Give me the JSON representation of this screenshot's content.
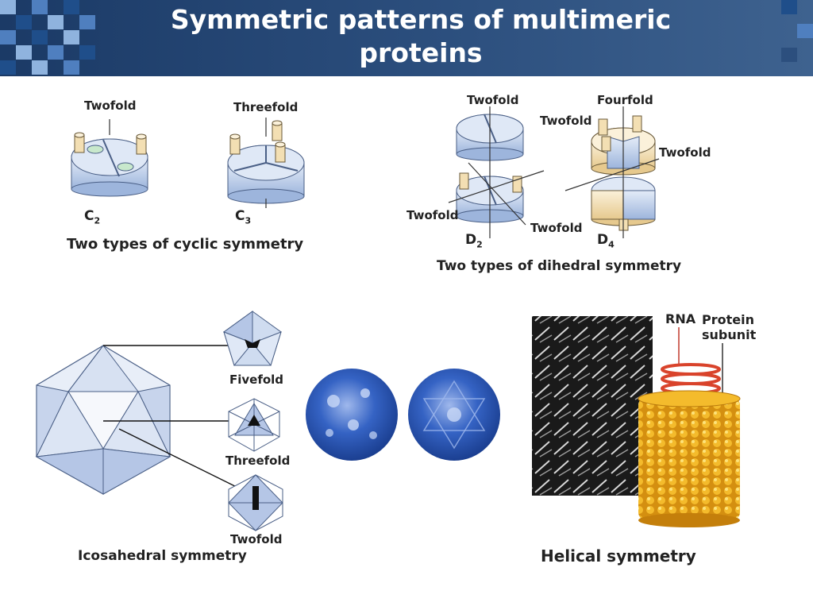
{
  "slide": {
    "title": "Symmetric patterns of multimeric proteins"
  },
  "cyclic": {
    "twofold_label": "Twofold",
    "threefold_label": "Threefold",
    "c2_label": "C",
    "c2_sub": "2",
    "c3_label": "C",
    "c3_sub": "3",
    "caption": "Two types of cyclic symmetry"
  },
  "dihedral": {
    "twofold_top": "Twofold",
    "fourfold": "Fourfold",
    "twofold_mid": "Twofold",
    "twofold_right": "Twofold",
    "twofold_left": "Twofold",
    "twofold_bottom": "Twofold",
    "d2_label": "D",
    "d2_sub": "2",
    "d4_label": "D",
    "d4_sub": "4",
    "caption": "Two types of dihedral symmetry"
  },
  "icosahedral": {
    "fivefold": "Fivefold",
    "threefold": "Threefold",
    "twofold": "Twofold",
    "caption": "Icosahedral symmetry"
  },
  "helical": {
    "rna": "RNA",
    "protein_subunit_line1": "Protein",
    "protein_subunit_line2": "subunit",
    "caption": "Helical symmetry"
  },
  "colors": {
    "header": "#1b3a66",
    "tile_light": "#8fb3de",
    "tile_mid": "#4f7fbf",
    "tile_dark": "#1f4e8a",
    "protein_blue": "#b7c9e8",
    "protein_tan": "#f3dfb3",
    "virus_blue": "#2a57b3",
    "helix_gold": "#e8a317",
    "rna_red": "#d9432b"
  }
}
